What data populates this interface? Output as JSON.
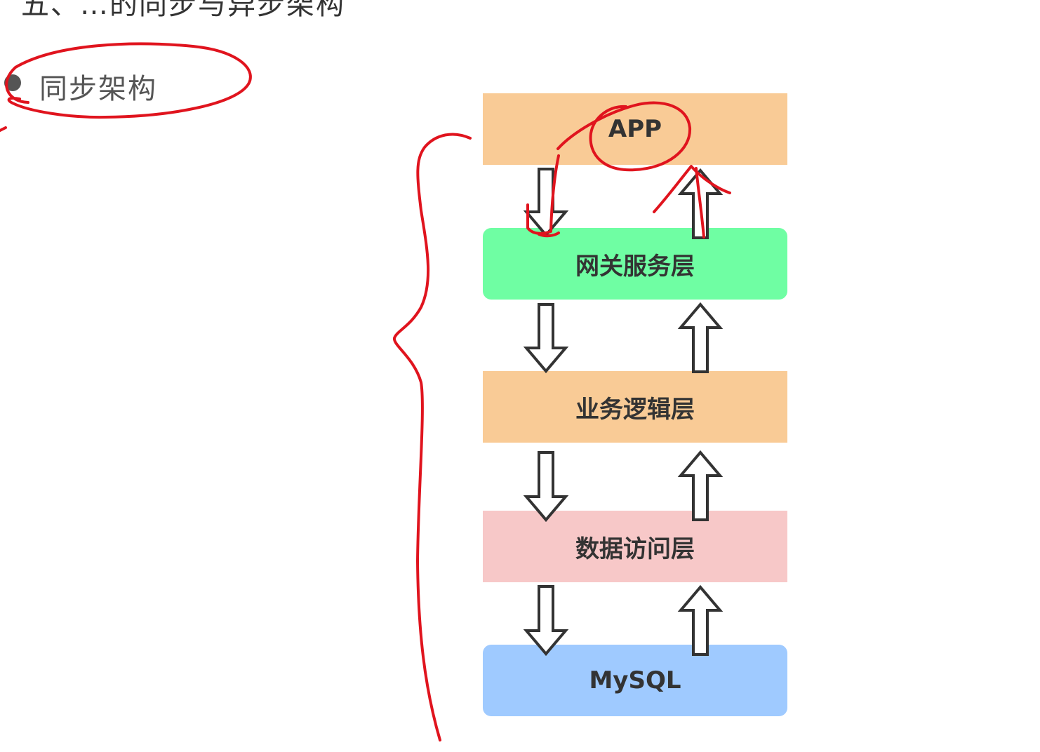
{
  "heading": {
    "partial_text": "五、…的同步与异步架构"
  },
  "bullet": {
    "text": "同步架构"
  },
  "diagram": {
    "layers": [
      {
        "label": "APP",
        "color": "#f9cb96"
      },
      {
        "label": "网关服务层",
        "color": "#6ffea3"
      },
      {
        "label": "业务逻辑层",
        "color": "#f9cb96"
      },
      {
        "label": "数据访问层",
        "color": "#f7c8c8"
      },
      {
        "label": "MySQL",
        "color": "#9fcaff"
      }
    ],
    "arrow_color": "#333333"
  },
  "annotations": {
    "ink_color": "#e0141e",
    "marks": [
      "circle-around-bullet",
      "circle-around-app",
      "curly-brace",
      "arrow-trace-down",
      "arrow-trace-up"
    ]
  }
}
